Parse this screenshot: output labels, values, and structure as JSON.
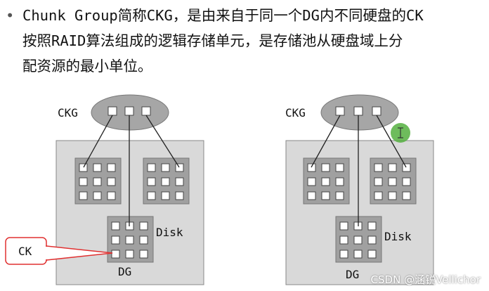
{
  "intro": {
    "bullet": "•",
    "line1": "Chunk Group简称CKG，是由来自于同一个DG内不同硬盘的CK",
    "line2": "按照RAID算法组成的逻辑存储单元，是存储池从硬盘域上分",
    "line3": "配资源的最小单位。"
  },
  "diagram": {
    "left": {
      "ckg_label": "CKG",
      "disk_label": "Disk",
      "dg_label": "DG",
      "ck_callout": "CK"
    },
    "right": {
      "ckg_label": "CKG",
      "disk_label": "Disk",
      "dg_label": "DG"
    }
  },
  "colors": {
    "ellipse": "#a6a6a6",
    "panel": "#d9d9d9",
    "disk": "#a0a0a0",
    "callout_border": "#e03030",
    "cursor_highlight": "#55b040"
  },
  "watermark": "CSDN @涵锐Vellichor"
}
